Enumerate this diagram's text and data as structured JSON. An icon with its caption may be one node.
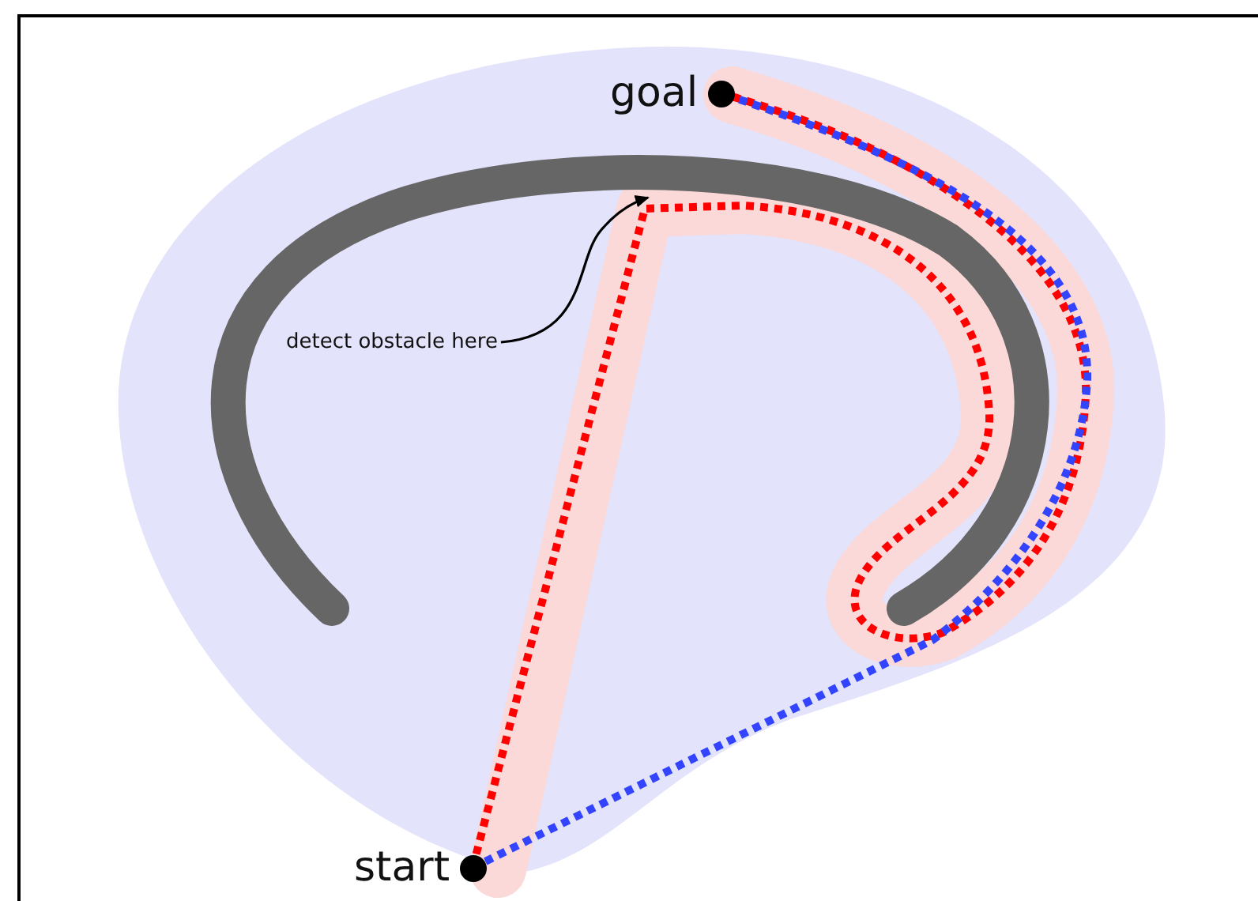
{
  "diagram": {
    "nodes": [
      {
        "text": [
          "goal"
        ]
      },
      {
        "text": [
          "detect obstacle here"
        ]
      },
      {
        "text": [
          "start"
        ]
      }
    ],
    "edges": [
      {
        "from": 1,
        "to": null,
        "arrow": "to"
      },
      {
        "from": 2,
        "to": 0,
        "arrow": "none",
        "style": "dashed",
        "color": "#ff0000"
      },
      {
        "from": 2,
        "to": 0,
        "arrow": "none",
        "style": "dashed",
        "color": "#3344ff"
      }
    ]
  }
}
